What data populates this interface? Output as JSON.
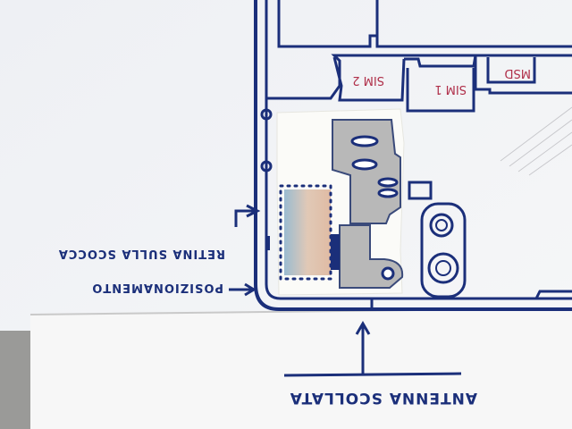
{
  "labels": {
    "retina": "RETINA SULLA SCOCCA",
    "posizionamento": "POSIZIONAMENTO",
    "antenna": "ANTENNA SCOLLATA",
    "sim2": "SIM 2",
    "sim1": "SIM 1",
    "msd": "MSD"
  },
  "colors": {
    "ink": "#1b2f7a",
    "pen_red": "#b0304a",
    "paper": "#f3f4f6",
    "shadow_grey": "#c9c9c7"
  }
}
